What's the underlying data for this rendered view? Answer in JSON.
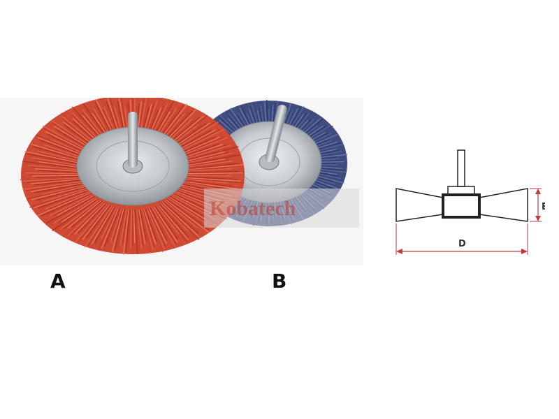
{
  "photo": {
    "brush_a_label": "A",
    "brush_b_label": "B",
    "watermark": "Kobatech",
    "brush_a_color": "#cf4a34",
    "brush_b_color": "#3f4c7e",
    "hub_color": "#c9ccd0"
  },
  "diagram": {
    "dimension_d": "D",
    "dimension_e": "E",
    "dimension_color": "#c0393b",
    "outline_color": "#222222"
  }
}
